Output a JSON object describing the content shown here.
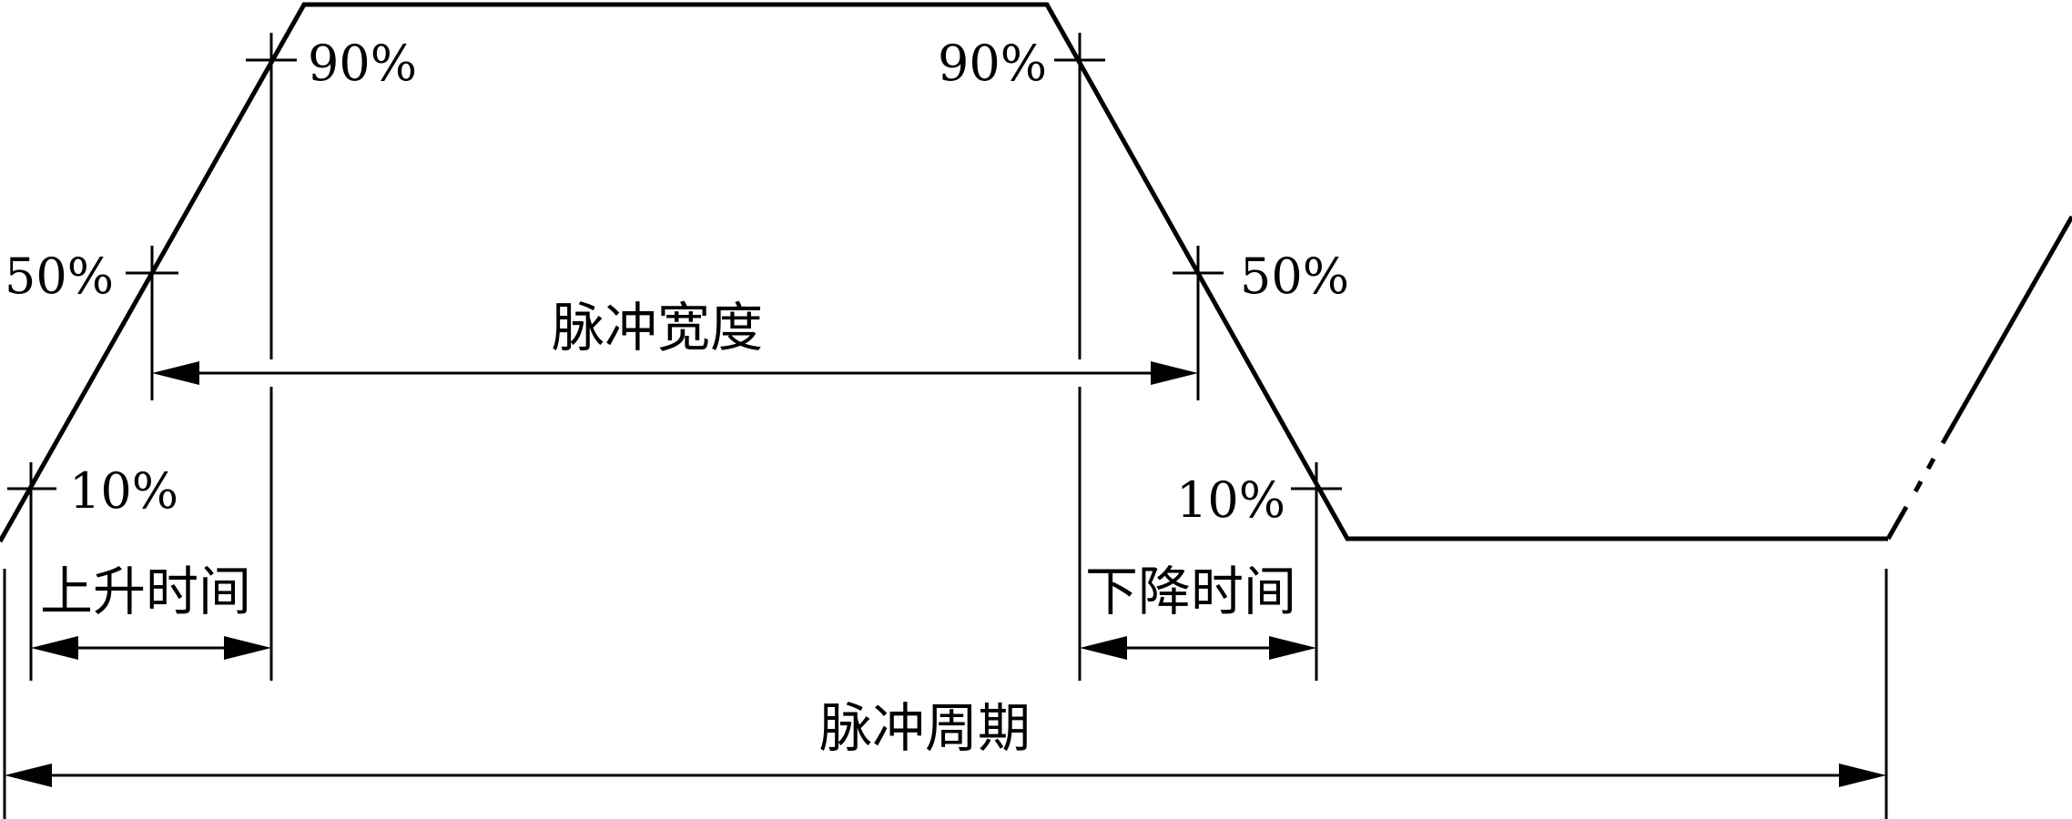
{
  "labels": {
    "level_90_left": "90%",
    "level_90_right": "90%",
    "level_50_left": "50%",
    "level_50_right": "50%",
    "level_10_left": "10%",
    "level_10_right": "10%",
    "pulse_width": "脉冲宽度",
    "rise_time": "上升时间",
    "fall_time": "下降时间",
    "pulse_period": "脉冲周期"
  },
  "colors": {
    "line": "#000000",
    "background": "#ffffff"
  }
}
